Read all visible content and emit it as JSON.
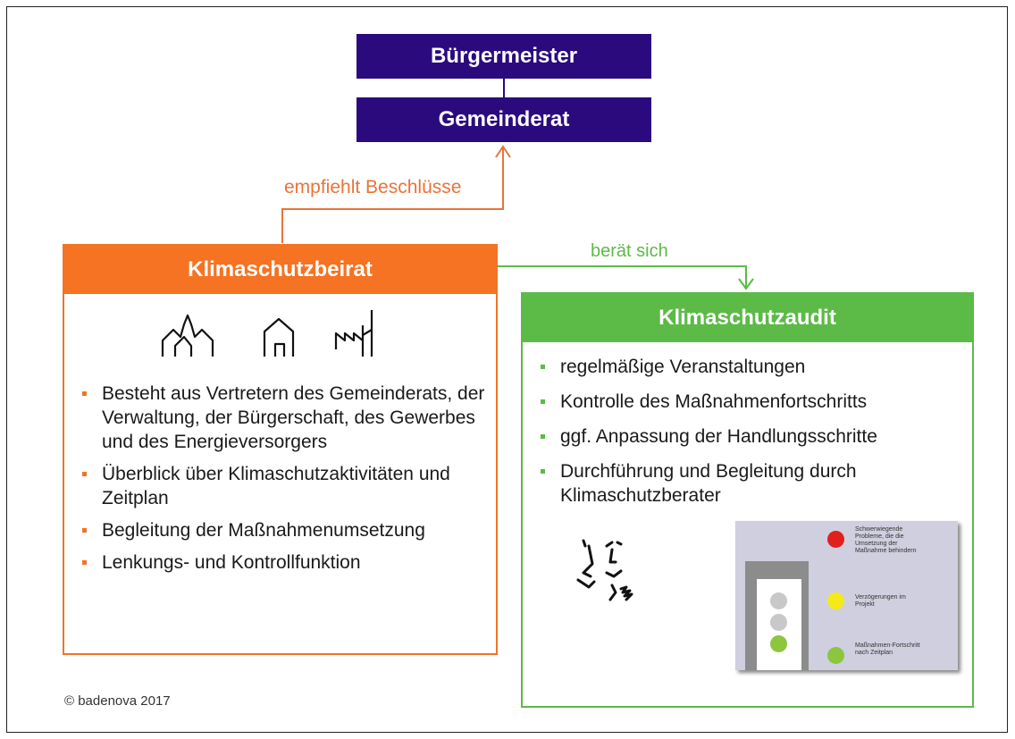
{
  "top": {
    "mayor": "Bürgermeister",
    "council": "Gemeinderat"
  },
  "arrows": {
    "recommends": "empfiehlt Beschlüsse",
    "consults": "berät sich"
  },
  "advisory_board": {
    "title": "Klimaschutzbeirat",
    "icons": [
      "village-icon",
      "house-icon",
      "industry-icon"
    ],
    "items": [
      {
        "text": "Besteht aus Vertretern des Gemeinderats, der Verwaltung, der Bürgerschaft, des Gewerbes und des Energieversorgers"
      },
      {
        "text": "Überblick über Klimaschutzaktivitäten und Zeitplan"
      },
      {
        "text": "Begleitung der Maßnahmenumsetzung"
      },
      {
        "text": "Lenkungs- und Kontrollfunktion"
      }
    ]
  },
  "audit": {
    "title": "Klimaschutzaudit",
    "items": [
      {
        "text": "regelmäßige Veranstaltungen"
      },
      {
        "text": "Kontrolle des Maßnahmenfortschritts"
      },
      {
        "text": "ggf. Anpassung der Handlungsschritte"
      },
      {
        "text": "Durchführung und Begleitung durch Klimaschutzberater"
      }
    ],
    "icons": [
      "discussion-faces-icon"
    ],
    "traffic_light": {
      "red": "Schwerwiegende Probleme, die die Umsetzung der Maßnahme behindern",
      "yellow": "Verzögerungen im Projekt",
      "green": "Maßnahmen-Fortschritt nach Zeitplan",
      "colors": {
        "red": "#e0201b",
        "yellow": "#f5ea18",
        "green": "#8cc63f",
        "off": "#c8c8c8"
      }
    }
  },
  "footer": {
    "copyright": "© badenova 2017"
  },
  "colors": {
    "purple": "#2b0a7e",
    "orange": "#f57322",
    "green": "#5cba47"
  }
}
